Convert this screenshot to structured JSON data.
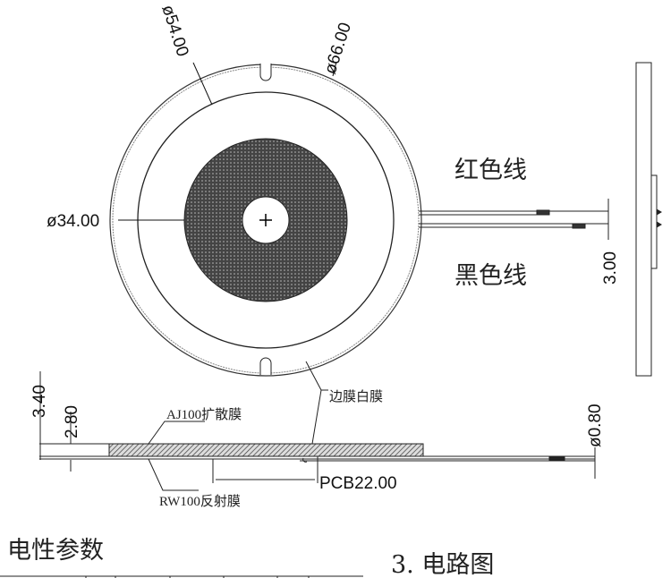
{
  "top_view": {
    "dim_outer": "ø66.00",
    "dim_inner": "ø54.00",
    "dim_center": "ø34.00",
    "dim_lead_spacing": "3.00",
    "red_wire_label": "红色线",
    "black_wire_label": "黑色线"
  },
  "section_view": {
    "dim_total_height": "3.40",
    "dim_layer_height": "2.80",
    "dim_wire": "ø0.80",
    "diffuser_label": "AJ100扩散膜",
    "edge_film_label": "边膜白膜",
    "reflector_label": "RW100反射膜",
    "pcb_label": "PCB22.00"
  },
  "footer": {
    "electrical_params_title": "电性参数",
    "circuit_title": "3. 电路图"
  }
}
